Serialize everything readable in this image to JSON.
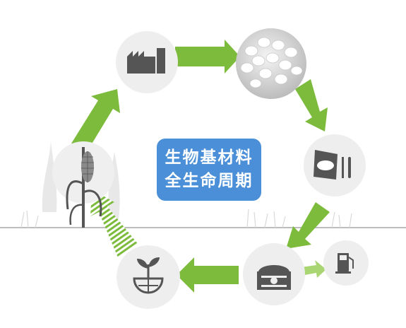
{
  "center_label": {
    "line1": "生物基材料",
    "line2": "全生命周期",
    "background": "#4a8fd8"
  },
  "colors": {
    "arrow_green": "#7dbb3c",
    "arrow_green_light": "#a9d672",
    "node_fill": "#eeeeee",
    "icon_gray": "#555555",
    "ground_line": "#bdbdbd"
  },
  "nodes": [
    {
      "id": "factory",
      "icon": "factory-icon"
    },
    {
      "id": "granules",
      "icon": "plastic-pellets-icon"
    },
    {
      "id": "packaging",
      "icon": "food-package-cutlery-icon"
    },
    {
      "id": "compost",
      "icon": "compost-bin-icon"
    },
    {
      "id": "fuel",
      "icon": "fuel-pump-icon"
    },
    {
      "id": "sprout",
      "icon": "sprout-globe-icon"
    },
    {
      "id": "corn",
      "icon": "corn-plant-icon"
    }
  ]
}
